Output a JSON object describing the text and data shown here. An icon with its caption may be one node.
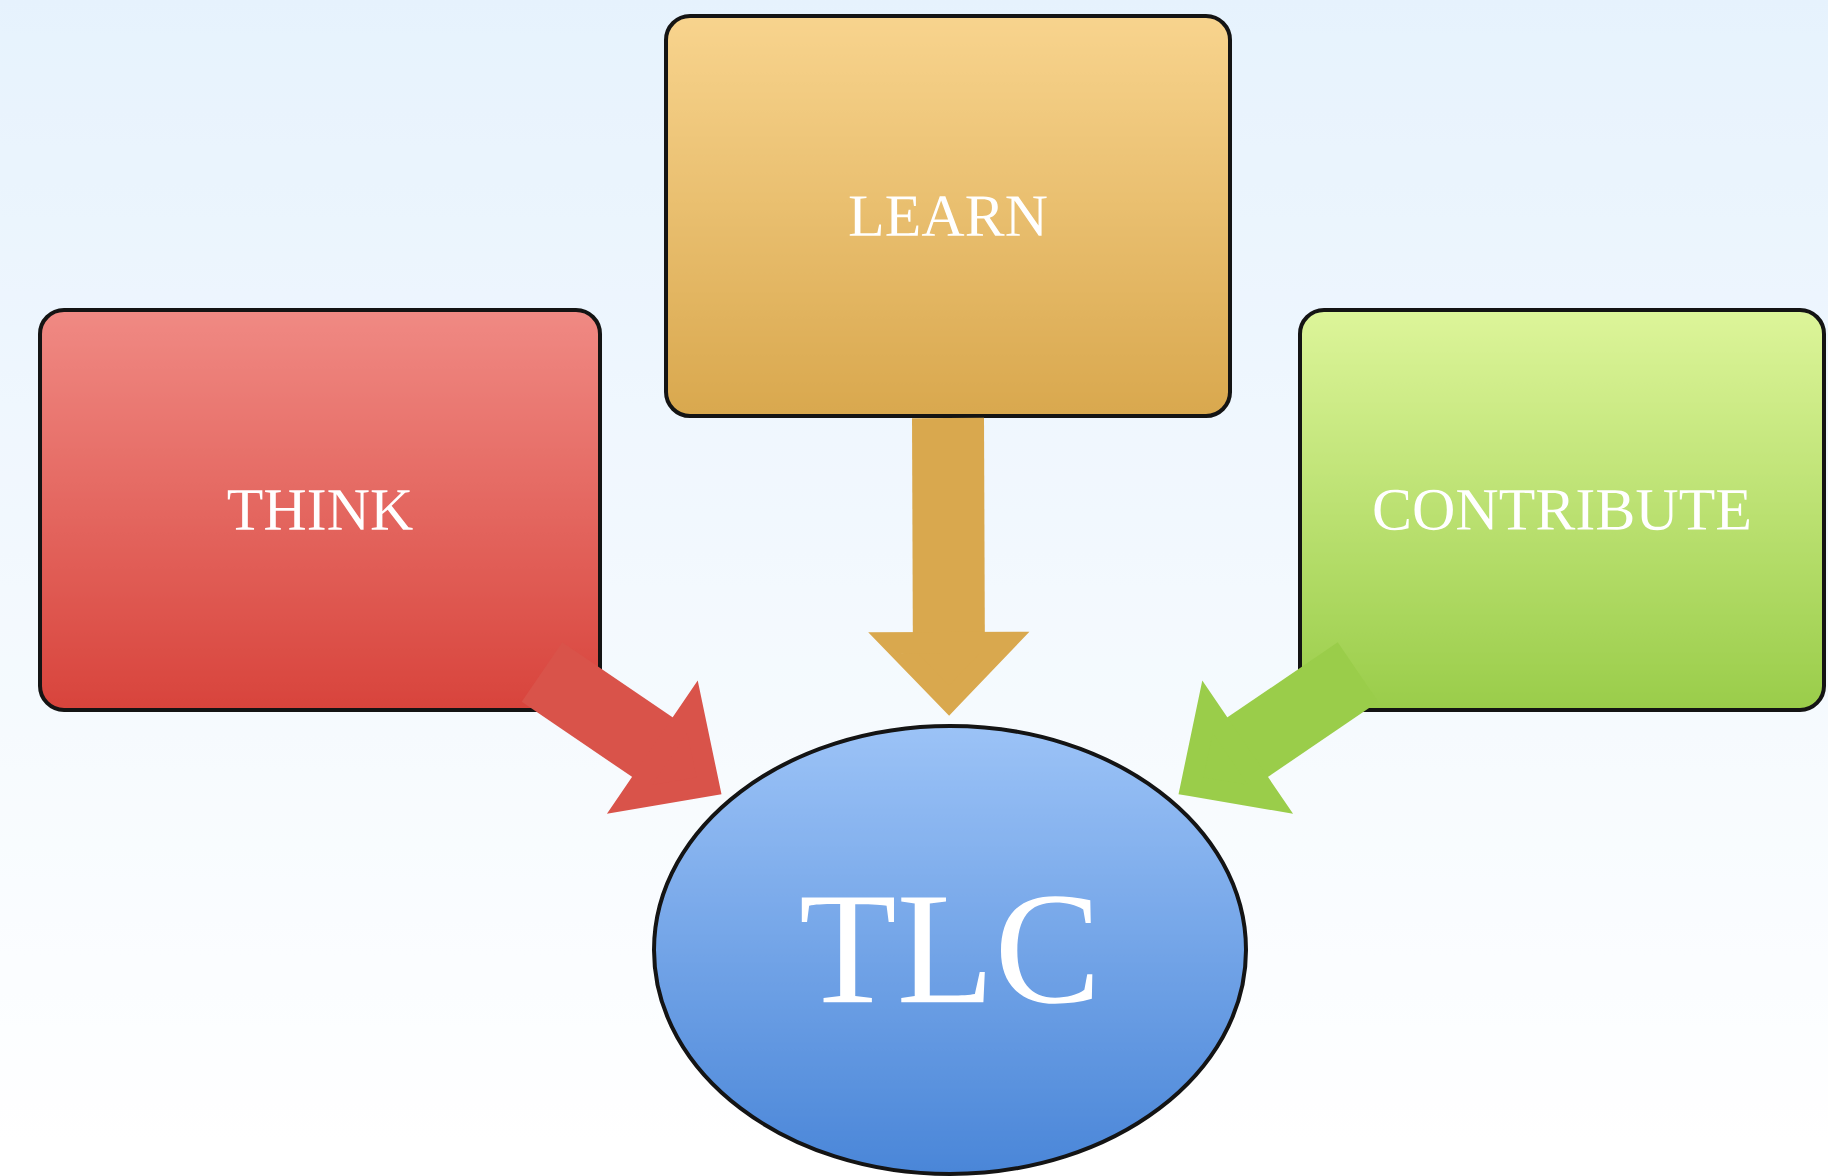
{
  "diagram": {
    "nodes": [
      {
        "text": [
          "THINK"
        ]
      },
      {
        "text": [
          "LEARN"
        ]
      },
      {
        "text": [
          "CONTRIBUTE"
        ]
      },
      {
        "text": [
          "TLC"
        ]
      }
    ],
    "edges": [
      {
        "from": 0,
        "to": 3,
        "arrow": "to",
        "color": "#d9534a"
      },
      {
        "from": 1,
        "to": 3,
        "arrow": "to",
        "color": "#d9a84e"
      },
      {
        "from": 2,
        "to": 3,
        "arrow": "to",
        "color": "#9acd4a"
      }
    ]
  }
}
